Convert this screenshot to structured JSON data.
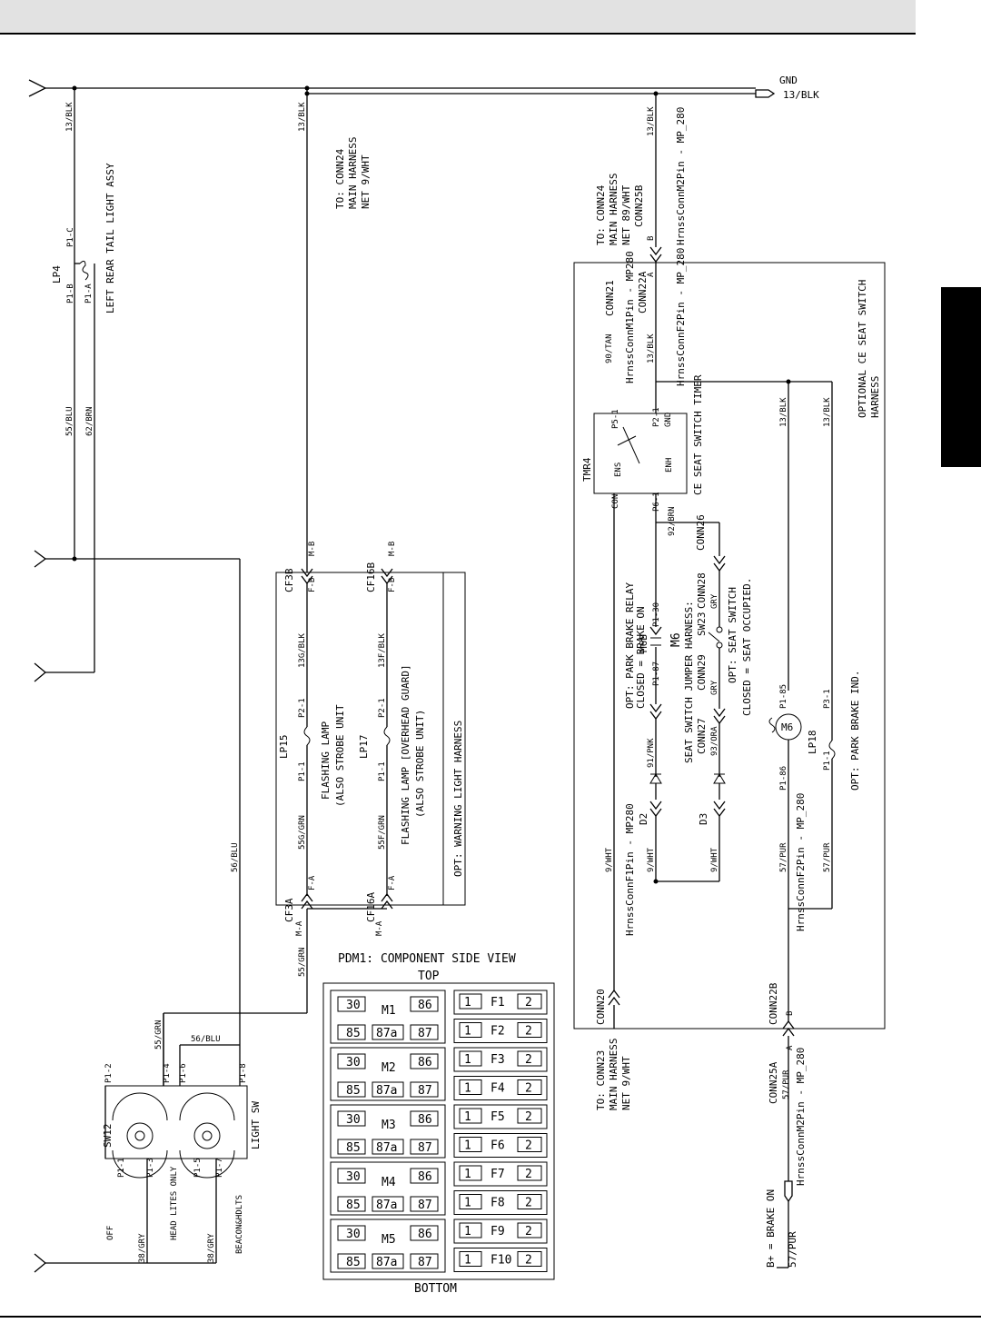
{
  "gnd": {
    "label": "GND",
    "net": "13/BLK"
  },
  "wires": {
    "blk_left": "13/BLK",
    "blk_mid": "13/BLK",
    "blk_right": "13/BLK",
    "blu_55": "55/BLU",
    "brn_62": "62/BRN",
    "blu_56": "56/BLU",
    "blu_56h": "56/BLU",
    "grn_55": "55/GRN",
    "grn_55v": "55/GRN",
    "gry_38a": "38/GRY",
    "gry_38b": "38/GRY",
    "grn_55g": "55G/GRN",
    "blk_13g": "13G/BLK",
    "grn_55f": "55F/GRN",
    "blk_13f": "13F/BLK",
    "tan_90": "90/TAN",
    "blk_13c": "13/BLK",
    "blk_13r1": "13/BLK",
    "blk_13r2": "13/BLK",
    "wht_9a": "9/WHT",
    "wht_9b": "9/WHT",
    "wht_9c": "9/WHT",
    "pnk_91": "91/PNK",
    "ora_93": "93/ORA",
    "gry_sw1": "GRY",
    "gry_sw2": "GRY",
    "brn_92": "92/BRN",
    "pur_57a": "57/PUR",
    "pur_57b": "57/PUR"
  },
  "lp4": {
    "ref": "LP4",
    "name": "LEFT REAR TAIL LIGHT ASSY",
    "pins": [
      "P1-C",
      "P1-B",
      "P1-A"
    ]
  },
  "conn24_note": [
    "TO: CONN24",
    "MAIN HARNESS",
    "NET 9/WHT"
  ],
  "conn24b_note": [
    "TO: CONN24",
    "MAIN HARNESS",
    "NET 89/WHT",
    "CONN25B"
  ],
  "hrness": {
    "m2_280": "HrnssConnM2Pin - MP_280",
    "m1_280": "HrnssConnM1Pin - MP280",
    "f2_280": "HrnssConnF2Pin - MP_280",
    "f1_280": "HrnssConnF1Pin - MP280",
    "f2_280b": "HrnssConnF2Pin - MP_280",
    "m2_280b": "HrnssConnM2Pin - MP_280"
  },
  "conns": {
    "conn21": "CONN21",
    "conn22a": "CONN22A",
    "conn20": "CONN20",
    "conn22b": "CONN22B",
    "conn25a": "CONN25A",
    "conn26": "CONN26",
    "conn27": "CONN27",
    "conn28": "CONN28",
    "conn29": "CONN29",
    "cf3a": "CF3A",
    "cf3b": "CF3B",
    "cf16a": "CF16A",
    "cf16b": "CF16B",
    "pin_a": "A",
    "pin_b": "B",
    "pin_b2": "B",
    "pin_a2": "A",
    "cf_fa": "F-A",
    "cf_ma": "M-A",
    "cf_fb": "F-B",
    "cf_mb": "M-B",
    "cf_fa2": "F-A",
    "cf_ma2": "M-A",
    "cf_fb2": "F-B",
    "cf_mb2": "M-B"
  },
  "ce_harness": [
    "OPTIONAL CE SEAT SWITCH",
    "HARNESS"
  ],
  "tmr4": {
    "ref": "TMR4",
    "name": "CE SEAT SWITCH TIMER",
    "pins": [
      "P2-1",
      "GND",
      "P6-1",
      "P5-1",
      "CON",
      "ENS",
      "ENH"
    ]
  },
  "relay": {
    "ref": "M6",
    "sub": "M6B",
    "desc": [
      "OPT: PARK BRAKE RELAY",
      "CLOSED = BRAKE ON"
    ],
    "pins": [
      "P1-30",
      "P1-87"
    ]
  },
  "seat_switch": {
    "title": "SEAT SWITCH JUMPER HARNESS:",
    "ref": "SW23",
    "desc": [
      "OPT: SEAT SWITCH",
      "CLOSED = SEAT OCCUPIED."
    ]
  },
  "diodes": {
    "d2": "D2",
    "d3": "D3"
  },
  "lp18": {
    "ref": "LP18",
    "coil": "M6",
    "desc": "OPT: PARK BRAKE IND.",
    "pins": [
      "P1-85",
      "P1-86",
      "P3-1",
      "P1-1"
    ]
  },
  "lp15": {
    "ref": "LP15",
    "desc": [
      "FLASHING LAMP",
      "(ALSO STROBE UNIT"
    ],
    "pins": [
      "P1-1",
      "P2-1"
    ]
  },
  "lp17": {
    "ref": "LP17",
    "desc": [
      "FLASHING LAMP [OVERHEAD GUARD]",
      "(ALSO STROBE UNIT)"
    ],
    "pins": [
      "P1-1",
      "P2-1"
    ]
  },
  "warning_harness": "OPT: WARNING LIGHT HARNESS",
  "conn23_note": [
    "TO: CONN23",
    "MAIN HARNESS",
    "NET 9/WHT"
  ],
  "brake_on": "B+ = BRAKE ON",
  "b_net": "57/PUR",
  "sw12": {
    "ref": "SW12",
    "name": "LIGHT SW",
    "positions": [
      "OFF",
      "HEAD LITES ONLY",
      "BEACON&HDLTS"
    ],
    "pins": [
      "P1-2",
      "P1-4",
      "P1-6",
      "P1-8",
      "P1-1",
      "P1-3",
      "P1-5",
      "P1-7"
    ]
  },
  "pdm": {
    "title": "PDM1: COMPONENT SIDE VIEW",
    "top": "TOP",
    "bottom": "BOTTOM",
    "relays": [
      {
        "name": "M1",
        "t30": "30",
        "t86": "86",
        "t85": "85",
        "t87a": "87a",
        "t87": "87"
      },
      {
        "name": "M2",
        "t30": "30",
        "t86": "86",
        "t85": "85",
        "t87a": "87a",
        "t87": "87"
      },
      {
        "name": "M3",
        "t30": "30",
        "t86": "86",
        "t85": "85",
        "t87a": "87a",
        "t87": "87"
      },
      {
        "name": "M4",
        "t30": "30",
        "t86": "86",
        "t85": "85",
        "t87a": "87a",
        "t87": "87"
      },
      {
        "name": "M5",
        "t30": "30",
        "t86": "86",
        "t85": "85",
        "t87a": "87a",
        "t87": "87"
      }
    ],
    "fuses": [
      {
        "name": "F1",
        "a": "1",
        "b": "2"
      },
      {
        "name": "F2",
        "a": "1",
        "b": "2"
      },
      {
        "name": "F3",
        "a": "1",
        "b": "2"
      },
      {
        "name": "F4",
        "a": "1",
        "b": "2"
      },
      {
        "name": "F5",
        "a": "1",
        "b": "2"
      },
      {
        "name": "F6",
        "a": "1",
        "b": "2"
      },
      {
        "name": "F7",
        "a": "1",
        "b": "2"
      },
      {
        "name": "F8",
        "a": "1",
        "b": "2"
      },
      {
        "name": "F9",
        "a": "1",
        "b": "2"
      },
      {
        "name": "F10",
        "a": "1",
        "b": "2"
      }
    ]
  }
}
